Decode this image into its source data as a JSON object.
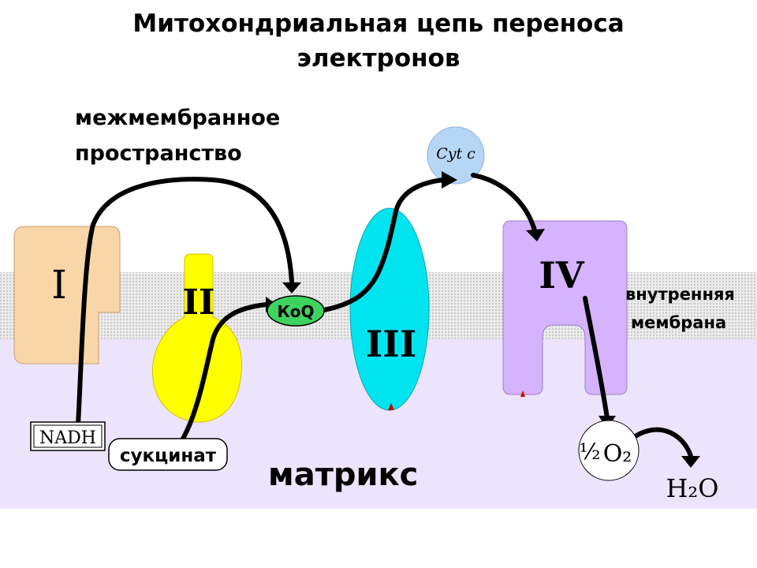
{
  "title": {
    "line1": "Митохондриальная цепь переноса",
    "line2": "электронов"
  },
  "regions": {
    "intermembrane_line1": "межмембранное",
    "intermembrane_line2": "пространство",
    "inner_membrane_line1": "внутренняя",
    "inner_membrane_line2": "мембрана",
    "matrix": "матрикс"
  },
  "complexes": {
    "c1": "I",
    "c2": "II",
    "c3": "III",
    "c4": "IV"
  },
  "carriers": {
    "coq": "КoQ",
    "cytc": "Cyt c"
  },
  "substrates": {
    "nadh": "NADH",
    "succinate": "сукцинат",
    "oxygen_half": "½",
    "oxygen_formula": "O₂",
    "water": "H₂O"
  },
  "colors": {
    "complex_I": "#f9d6a8",
    "complex_II": "#ffff00",
    "complex_III": "#00e4f0",
    "complex_IV": "#d5b3ff",
    "coq": "#3ed35e",
    "cytc": "#b6d6f6",
    "membrane": "#e6e6e6",
    "matrix": "#ece4fc"
  }
}
